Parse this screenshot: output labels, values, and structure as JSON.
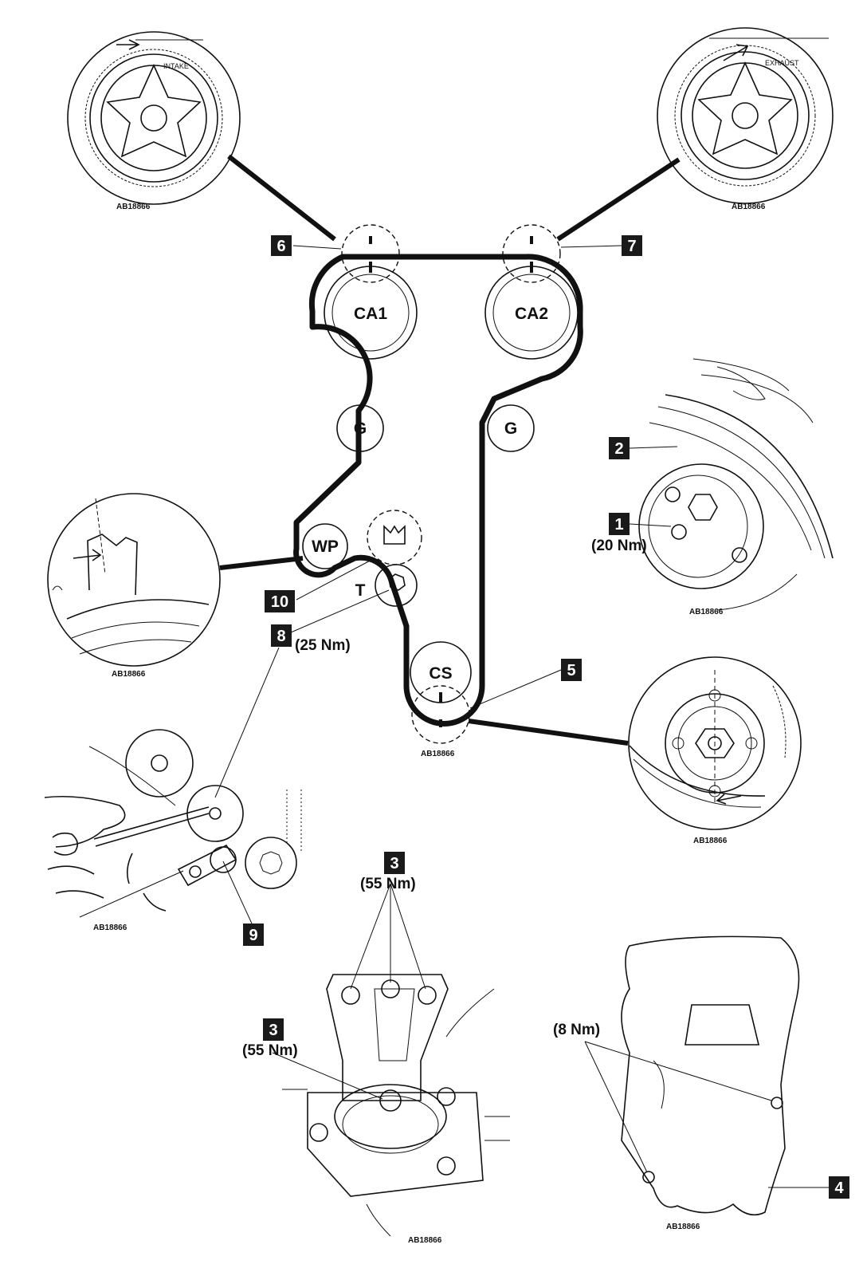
{
  "callouts": {
    "c1": "1",
    "c2": "2",
    "c3a": "3",
    "c3b": "3",
    "c4": "4",
    "c5": "5",
    "c6": "6",
    "c7": "7",
    "c8": "8",
    "c9": "9",
    "c10": "10"
  },
  "torques": {
    "t1": "(20 Nm)",
    "t8": "(25 Nm)",
    "t3a": "(55 Nm)",
    "t3b": "(55 Nm)",
    "t4": "(8 Nm)"
  },
  "pulleys": {
    "ca1": "CA1",
    "ca2": "CA2",
    "g_left": "G",
    "g_right": "G",
    "wp": "WP",
    "t": "T",
    "cs": "CS"
  },
  "sprocket_marks": {
    "intake": "INTAKE",
    "exhaust": "EXHAUST"
  },
  "figure_codes": {
    "intake_detail": "AB18866",
    "exhaust_detail": "AB18866",
    "pulley_detail": "AB18866",
    "tensioner_detail": "AB18866",
    "main_diagram": "AB18866",
    "crank_detail": "AB18866",
    "tool_detail": "AB18866",
    "mount_detail": "AB18866",
    "cover_detail": "AB18866"
  }
}
